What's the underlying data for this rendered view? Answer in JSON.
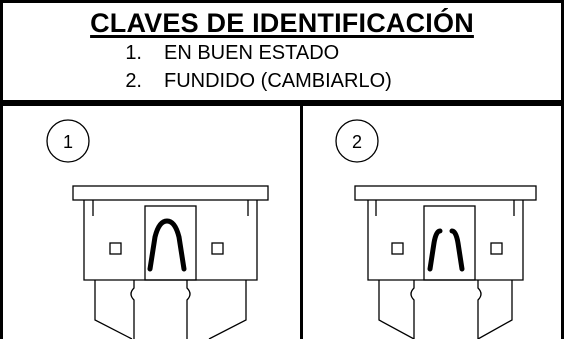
{
  "header": {
    "title": "CLAVES DE IDENTIFICACIÓN",
    "keys": [
      {
        "number": "1.",
        "label": "EN BUEN ESTADO"
      },
      {
        "number": "2.",
        "label": "FUNDIDO (CAMBIARLO)"
      }
    ]
  },
  "panels": [
    {
      "badge": "1",
      "state": "good"
    },
    {
      "badge": "2",
      "state": "blown"
    }
  ]
}
